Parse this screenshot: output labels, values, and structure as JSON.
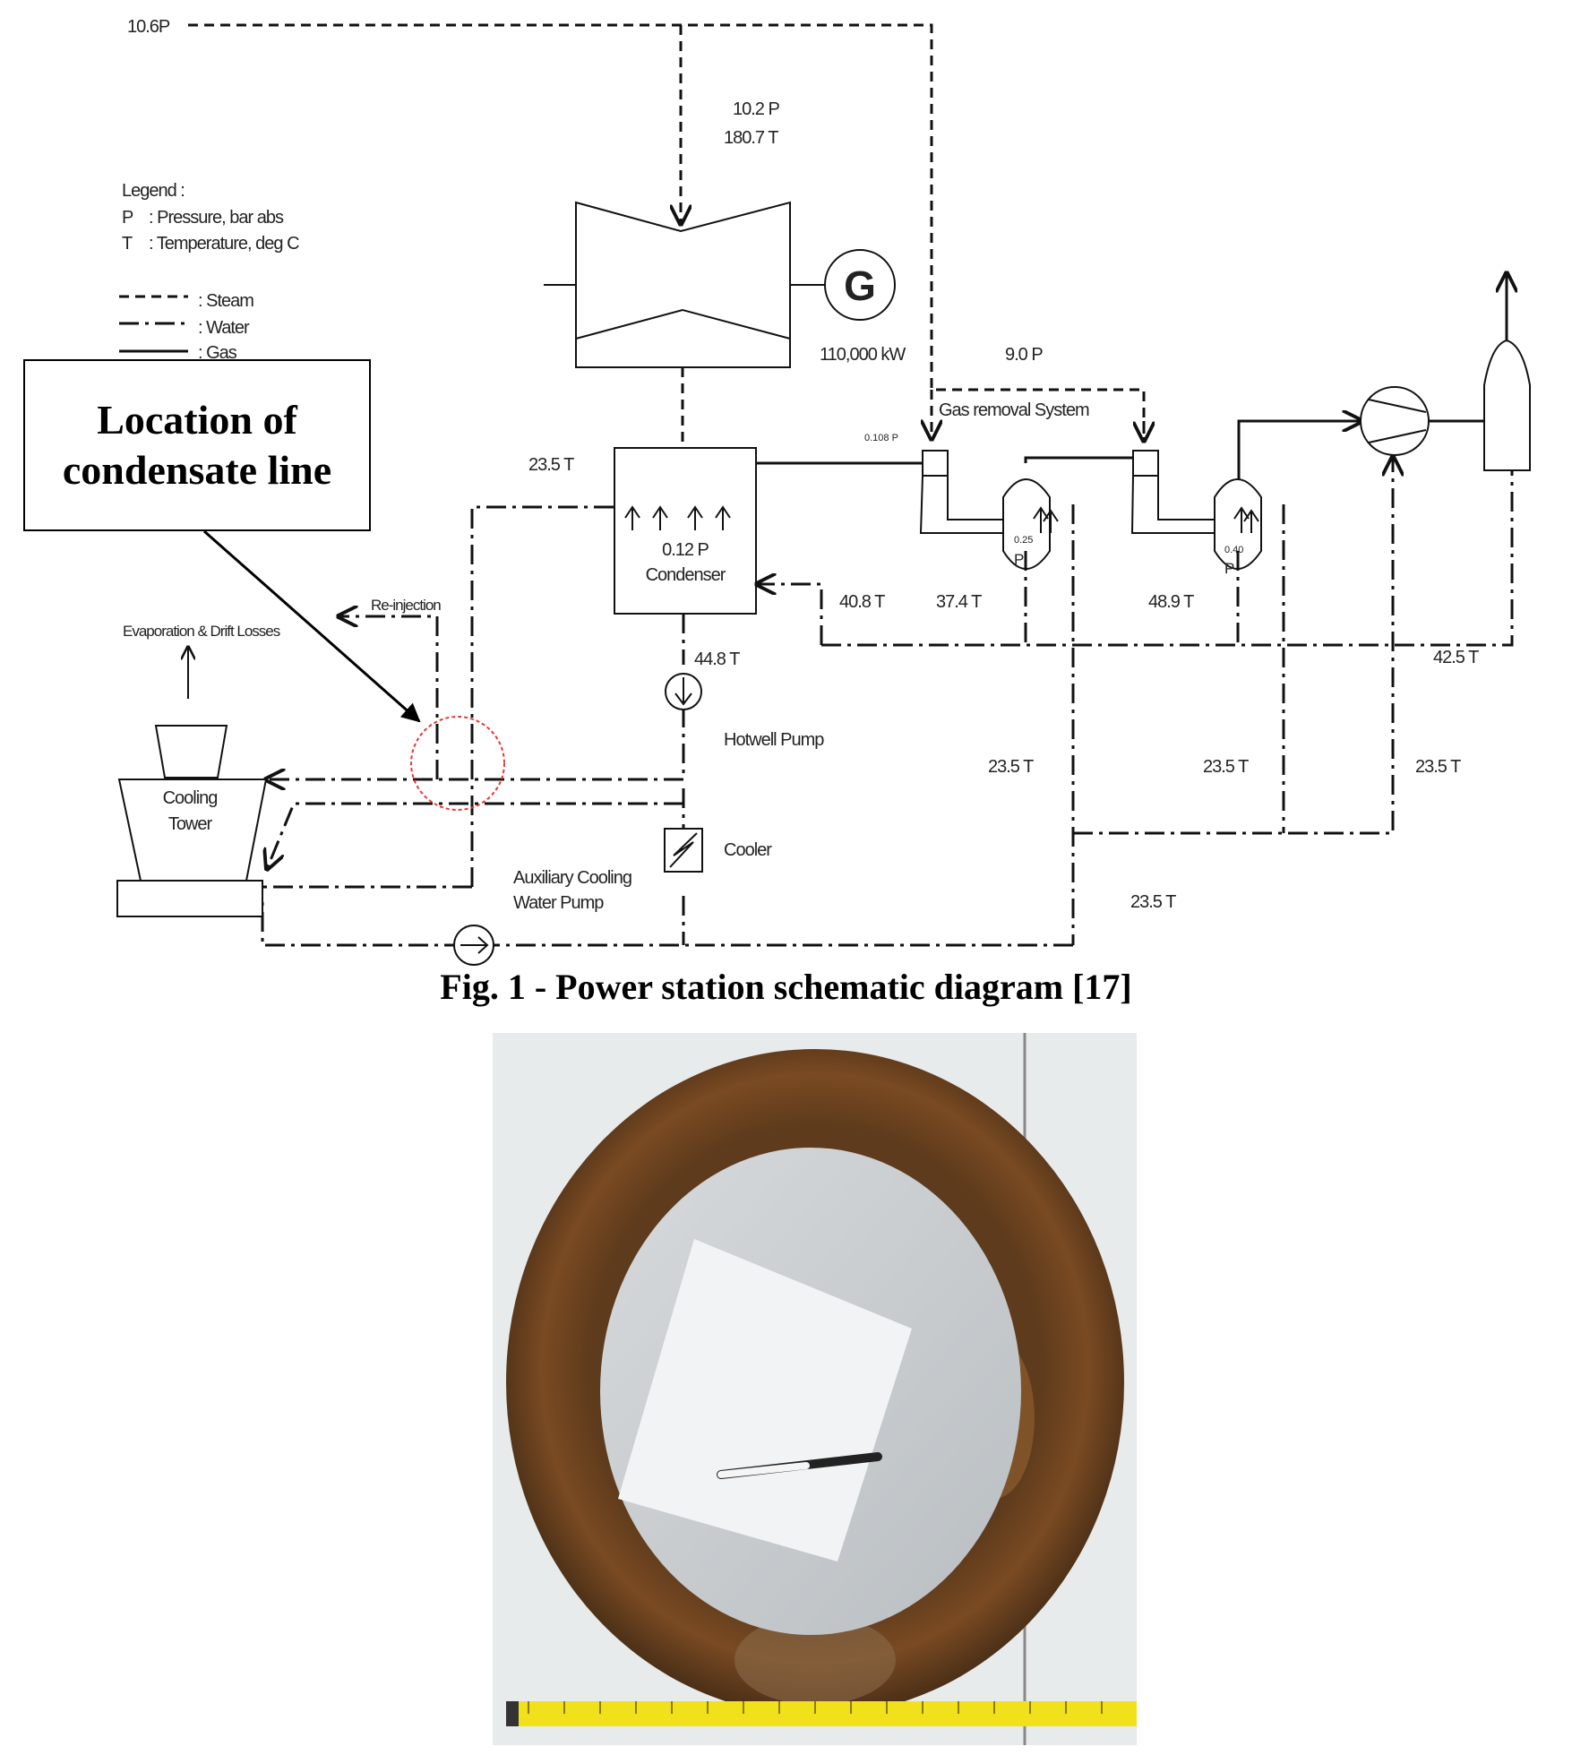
{
  "diagram": {
    "legend": {
      "title": "Legend :",
      "p_key": "P",
      "p_desc": ": Pressure, bar abs",
      "t_key": "T",
      "t_desc": ": Temperature, deg C",
      "steam_desc": ": Steam",
      "water_desc": ": Water",
      "gas_desc": ": Gas"
    },
    "labels": {
      "inlet_pressure": "10.6P",
      "turbine_pressure": "10.2 P",
      "turbine_temp": "180.7 T",
      "generator": "G",
      "generator_output": "110,000 kW",
      "gas_removal_pressure": "9.0 P",
      "gas_removal_system": "Gas removal System",
      "ejector_pressure": "0.108 P",
      "condenser_inlet_temp": "23.5 T",
      "condenser_pressure": "0.12 P",
      "condenser": "Condenser",
      "intercondenser_1_pressure": "0.25",
      "intercondenser_1_p": "P",
      "intercondenser_2_pressure": "0.40",
      "intercondenser_2_p": "P",
      "return_temp_1": "40.8 T",
      "return_temp_2": "37.4 T",
      "return_temp_3": "48.9 T",
      "return_temp_4": "42.5 T",
      "reinjection": "Re-injection",
      "evaporation": "Evaporation & Drift Losses",
      "hotwell_temp": "44.8 T",
      "hotwell_pump": "Hotwell Pump",
      "cooling_tower_1": "Cooling",
      "cooling_tower_2": "Tower",
      "cooler": "Cooler",
      "aux_pump_1": "Auxiliary Cooling",
      "aux_pump_2": "Water Pump",
      "cw_temp_1": "23.5 T",
      "cw_temp_2": "23.5 T",
      "cw_temp_3": "23.5 T",
      "cw_temp_4": "23.5 T"
    }
  },
  "callout": {
    "line1": "Location of",
    "line2": "condensate line"
  },
  "caption": "Fig. 1 - Power station schematic diagram [17]",
  "colors": {
    "highlight_circle": "#e53935",
    "rust": "#7a4a22",
    "tape": "#f1e11a"
  }
}
